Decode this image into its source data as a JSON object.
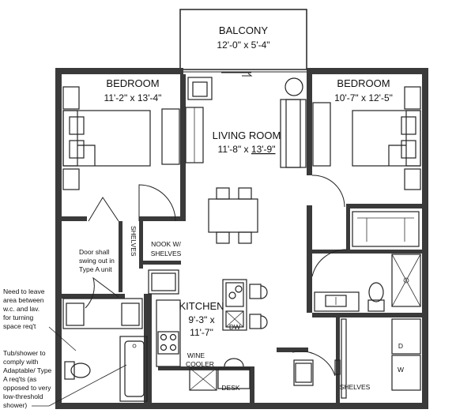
{
  "rooms": {
    "balcony": {
      "name": "BALCONY",
      "dims": "12'-0\" x 5'-4\""
    },
    "bedroom_left": {
      "name": "BEDROOM",
      "dims": "11'-2\" x 13'-4\""
    },
    "living": {
      "name": "LIVING ROOM",
      "dims_a": "11'-8\" x ",
      "dims_b": "13'-9\""
    },
    "bedroom_right": {
      "name": "BEDROOM",
      "dims": "10'-7\" x 12'-5\""
    },
    "kitchen": {
      "name": "KITCHEN",
      "dims_a": "9'-3\" x",
      "dims_b": "11'-7\""
    }
  },
  "labels": {
    "shelves_vertical": "SHELVES",
    "nook_a": "NOOK W/",
    "nook_b": "SHELVES",
    "door_note": [
      "Door shall",
      "swing out in",
      "Type A unit"
    ],
    "dw": "DW",
    "wine_a": "WINE",
    "wine_b": "COOLER",
    "desk": "DESK",
    "shelves_bottom": "SHELVES",
    "washer": "W",
    "dryer": "D"
  },
  "notes": {
    "clearance": [
      "Need to leave",
      "area between",
      "w.c. and lav.",
      "for turning",
      "space req't"
    ],
    "tub": [
      "Tub/shower to",
      "comply with",
      "Adaptable/ Type",
      "A req'ts (as",
      "opposed to very",
      "low-threshold",
      "shower)"
    ]
  }
}
